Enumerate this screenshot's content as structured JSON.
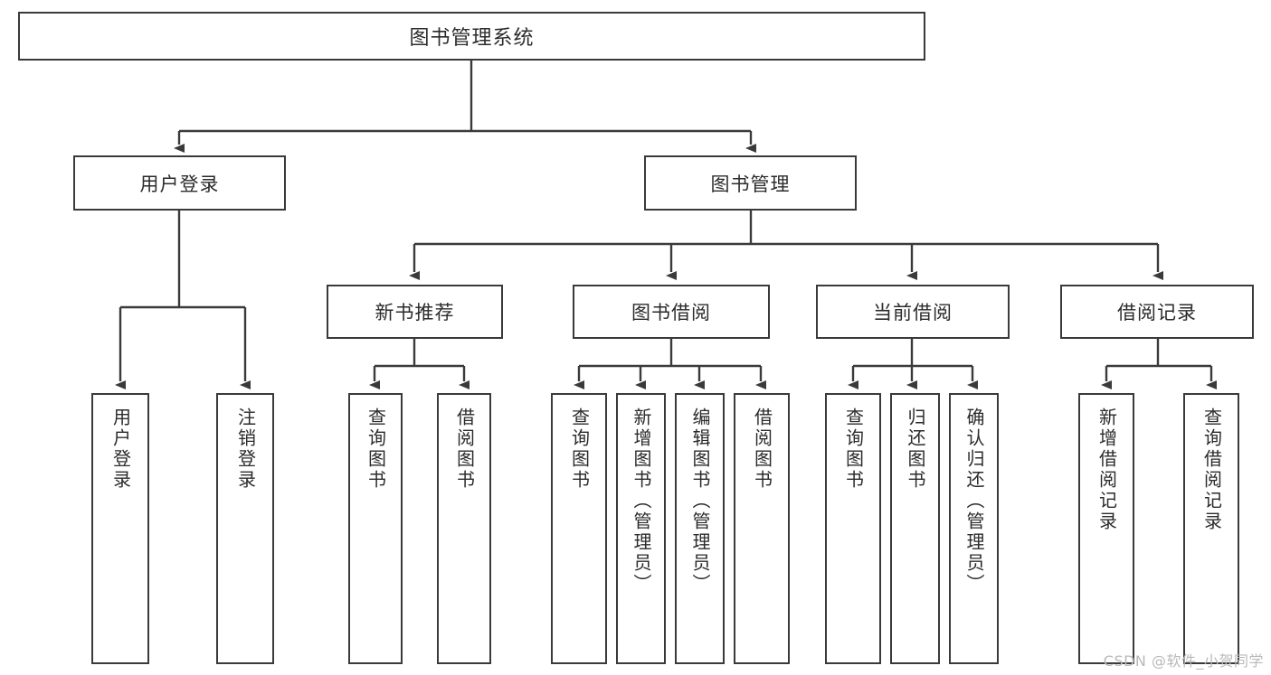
{
  "diagram": {
    "title": "图书管理系统",
    "type": "tree",
    "root": {
      "label": "图书管理系统"
    },
    "level2": [
      {
        "label": "用户登录"
      },
      {
        "label": "图书管理"
      }
    ],
    "level3": [
      {
        "label": "新书推荐"
      },
      {
        "label": "图书借阅"
      },
      {
        "label": "当前借阅"
      },
      {
        "label": "借阅记录"
      }
    ],
    "leaves": {
      "user_login": [
        {
          "label": "用户登录"
        },
        {
          "label": "注销登录"
        }
      ],
      "new_book": [
        {
          "label": "查询图书"
        },
        {
          "label": "借阅图书"
        }
      ],
      "book_borrow": [
        {
          "label": "查询图书"
        },
        {
          "label": "新增图书（管理员）"
        },
        {
          "label": "编辑图书（管理员）"
        },
        {
          "label": "借阅图书"
        }
      ],
      "current_borrow": [
        {
          "label": "查询图书"
        },
        {
          "label": "归还图书"
        },
        {
          "label": "确认归还（管理员）"
        }
      ],
      "borrow_record": [
        {
          "label": "新增借阅记录"
        },
        {
          "label": "查询借阅记录"
        }
      ]
    }
  },
  "watermark": {
    "text": "CSDN @软件_小贺同学"
  },
  "colors": {
    "stroke": "#3a3a3a",
    "text": "#2b2b2b",
    "background": "#ffffff",
    "watermark": "#b9b9b9"
  }
}
